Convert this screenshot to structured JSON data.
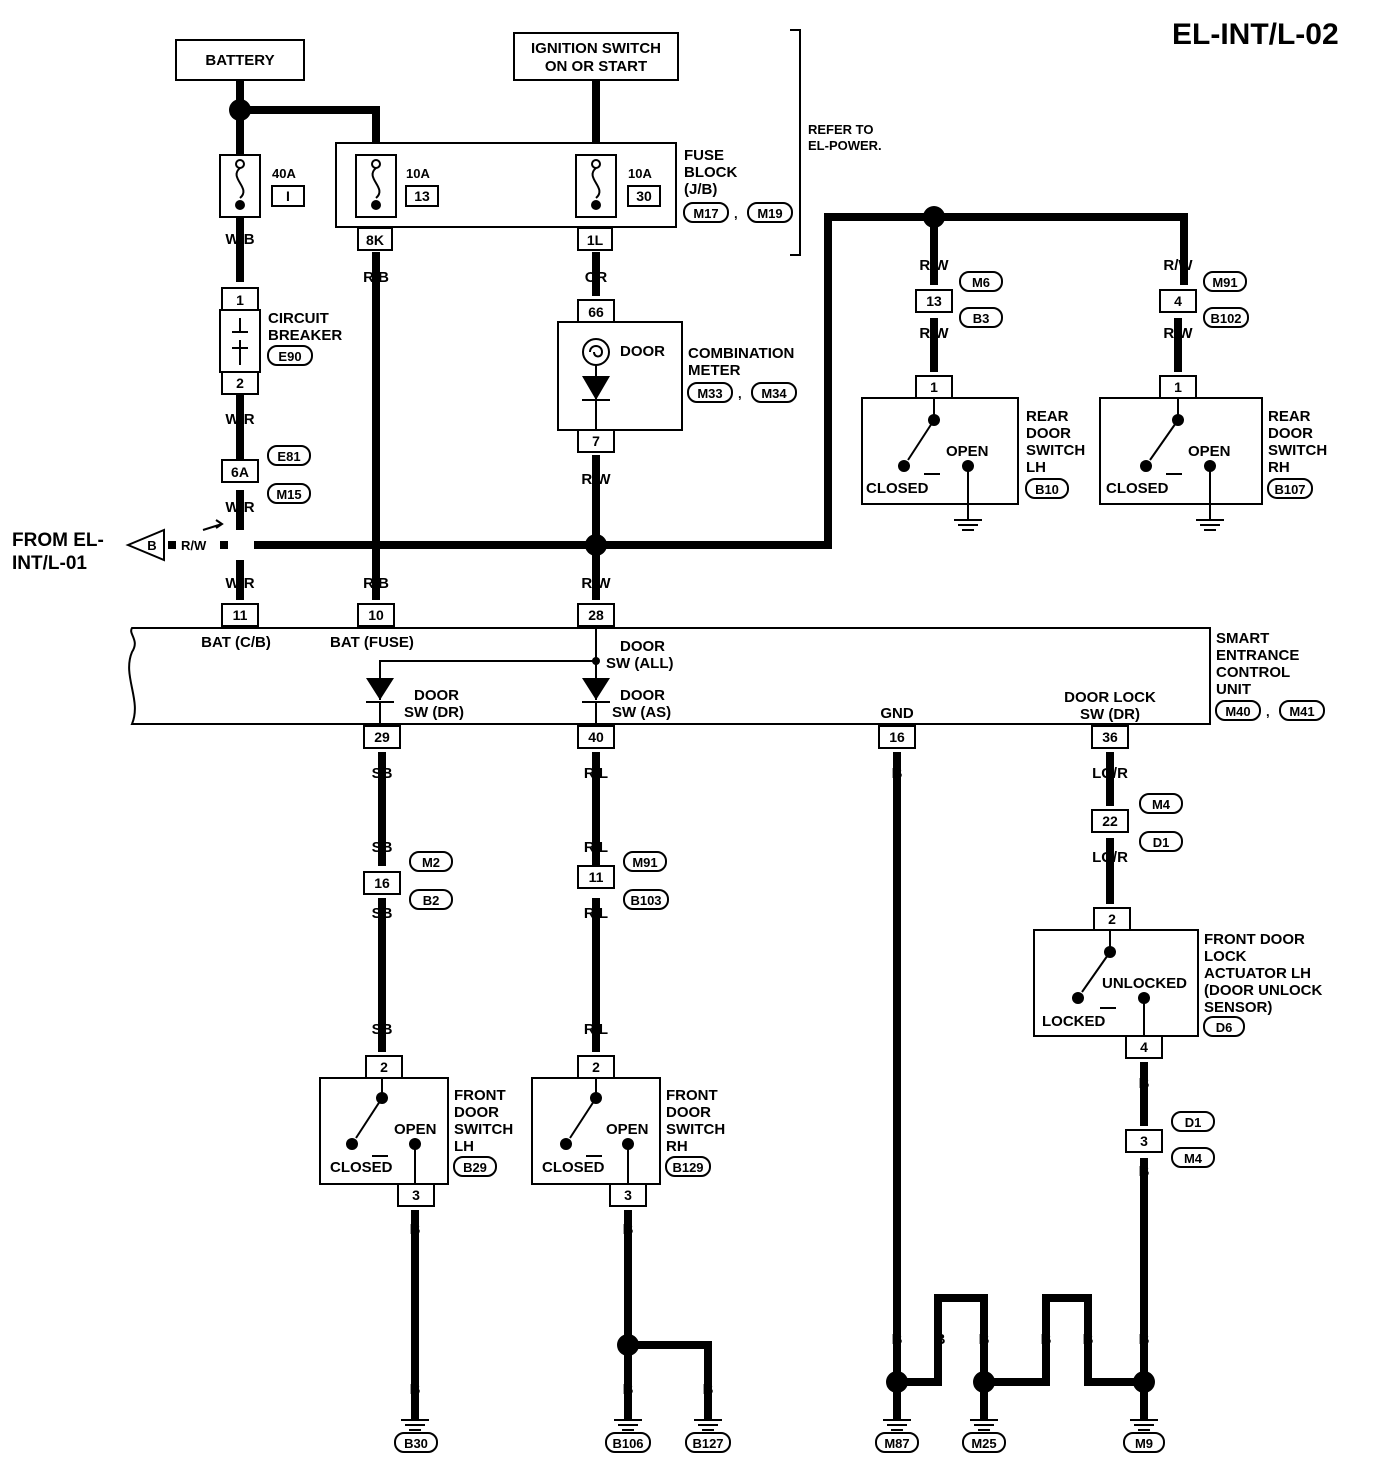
{
  "title": "EL-INT/L-02",
  "sources": {
    "battery": "BATTERY",
    "ignition_line1": "IGNITION SWITCH",
    "ignition_line2": "ON OR START",
    "refer_line1": "REFER TO",
    "refer_line2": "EL-POWER."
  },
  "fuses": {
    "main": {
      "amp": "40A",
      "id": "I"
    },
    "f13": {
      "amp": "10A",
      "id": "13"
    },
    "f30": {
      "amp": "10A",
      "id": "30"
    },
    "block_lines": [
      "FUSE",
      "BLOCK",
      "(J/B)"
    ],
    "block_conn1": "M17",
    "block_conn2": "M19",
    "comma": ","
  },
  "circuit_breaker": {
    "lines": [
      "CIRCUIT",
      "BREAKER"
    ],
    "conn": "E90",
    "pin1": "1",
    "pin2": "2"
  },
  "combination_meter": {
    "lines": [
      "COMBINATION",
      "METER"
    ],
    "lamp": "DOOR",
    "conn1": "M33",
    "conn2": "M34",
    "pin_in": "66",
    "pin_out": "7"
  },
  "wires": {
    "wb": "W/B",
    "rb": "R/B",
    "or": "OR",
    "wr": "W/R",
    "rw": "R/W",
    "sb": "SB",
    "rl": "R/L",
    "b": "B",
    "lgr": "LG/R"
  },
  "fuse_pins": {
    "k8": "8K",
    "l1": "1L"
  },
  "junction_connectors": {
    "j6a": {
      "pin": "6A",
      "c1": "E81",
      "c2": "M15"
    },
    "j13": {
      "pin": "13",
      "c1": "M6",
      "c2": "B3"
    },
    "j4": {
      "pin": "4",
      "c1": "M91",
      "c2": "B102"
    },
    "j16": {
      "pin": "16",
      "c1": "M2",
      "c2": "B2"
    },
    "j11": {
      "pin": "11",
      "c1": "M91",
      "c2": "B103"
    },
    "j22": {
      "pin": "22",
      "c1": "M4",
      "c2": "D1"
    },
    "j3": {
      "pin": "3",
      "c1": "D1",
      "c2": "M4"
    }
  },
  "from_ref": {
    "line1": "FROM EL-",
    "line2": "INT/L-01",
    "tag": "B",
    "wire": "R/W"
  },
  "unit": {
    "lines": [
      "SMART",
      "ENTRANCE",
      "CONTROL",
      "UNIT"
    ],
    "conn1": "M40",
    "conn2": "M41",
    "pins_top": [
      "11",
      "10",
      "28"
    ],
    "bat_cb": "BAT (C/B)",
    "bat_fuse": "BAT (FUSE)",
    "door_sw_all_1": "DOOR",
    "door_sw_all_2": "SW (ALL)",
    "door_sw_dr_1": "DOOR",
    "door_sw_dr_2": "SW (DR)",
    "door_sw_as_1": "DOOR",
    "door_sw_as_2": "SW (AS)",
    "gnd": "GND",
    "lock_sw_1": "DOOR LOCK",
    "lock_sw_2": "SW (DR)",
    "pins_bottom": [
      "29",
      "40",
      "16",
      "36"
    ]
  },
  "rear_lh": {
    "lines": [
      "REAR",
      "DOOR",
      "SWITCH",
      "LH"
    ],
    "conn": "B10",
    "pin": "1",
    "open": "OPEN",
    "closed": "CLOSED"
  },
  "rear_rh": {
    "lines": [
      "REAR",
      "DOOR",
      "SWITCH",
      "RH"
    ],
    "conn": "B107",
    "pin": "1",
    "open": "OPEN",
    "closed": "CLOSED"
  },
  "front_lh": {
    "lines": [
      "FRONT",
      "DOOR",
      "SWITCH",
      "LH"
    ],
    "conn": "B29",
    "pin_top": "2",
    "pin_bot": "3",
    "open": "OPEN",
    "closed": "CLOSED"
  },
  "front_rh": {
    "lines": [
      "FRONT",
      "DOOR",
      "SWITCH",
      "RH"
    ],
    "conn": "B129",
    "pin_top": "2",
    "pin_bot": "3",
    "open": "OPEN",
    "closed": "CLOSED"
  },
  "actuator": {
    "lines": [
      "FRONT DOOR",
      "LOCK",
      "ACTUATOR LH",
      "(DOOR UNLOCK",
      "SENSOR)"
    ],
    "conn": "D6",
    "pin_top": "2",
    "pin_bot": "4",
    "unlocked": "UNLOCKED",
    "locked": "LOCKED"
  },
  "grounds": [
    "B30",
    "B106",
    "B127",
    "M87",
    "M25",
    "M9"
  ]
}
